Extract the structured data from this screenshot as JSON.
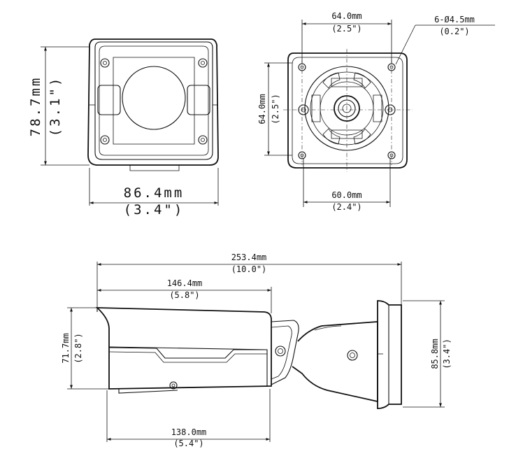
{
  "front_view": {
    "width_mm": "86.4mm",
    "width_in": "(3.4\")",
    "height_mm": "78.7mm",
    "height_in": "(3.1\")"
  },
  "base_view": {
    "top_width_mm": "64.0mm",
    "top_width_in": "(2.5\")",
    "height_mm": "64.0mm",
    "height_in": "(2.5\")",
    "bottom_width_mm": "60.0mm",
    "bottom_width_in": "(2.4\")",
    "hole_spec": "6-Ø4.5mm",
    "hole_spec_in": "(0.2\")"
  },
  "side_view": {
    "total_length_mm": "253.4mm",
    "total_length_in": "(10.0\")",
    "hood_length_mm": "146.4mm",
    "hood_length_in": "(5.8\")",
    "body_length_mm": "138.0mm",
    "body_length_in": "(5.4\")",
    "body_height_mm": "71.7mm",
    "body_height_in": "(2.8\")",
    "base_height_mm": "85.8mm",
    "base_height_in": "(3.4\")"
  }
}
